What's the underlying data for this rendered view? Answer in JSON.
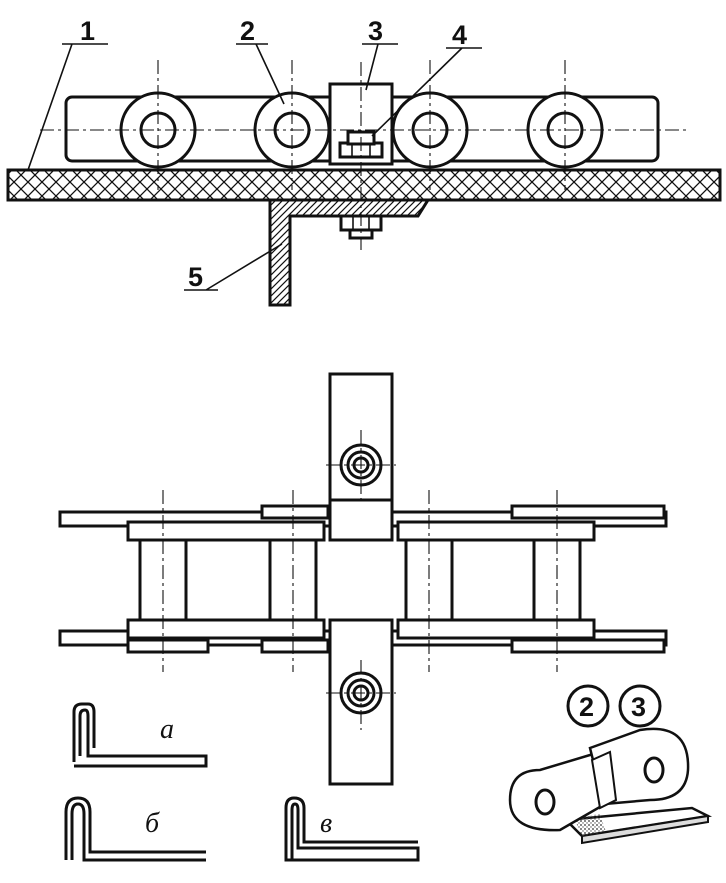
{
  "callouts": {
    "c1": "1",
    "c2": "2",
    "c3": "3",
    "c4": "4",
    "c5": "5"
  },
  "variants": {
    "a": "a",
    "b": "б",
    "v": "в"
  },
  "badges": {
    "left": "2",
    "right": "3"
  }
}
